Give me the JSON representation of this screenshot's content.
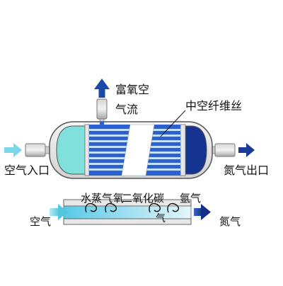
{
  "labels": {
    "oxygen_rich_line1": "富氧空",
    "oxygen_rich_line2": "气流",
    "hollow_fiber": "中空纤维丝",
    "air_inlet": "空气入口",
    "nitrogen_outlet": "氮气出口",
    "water_vapor": "水蒸气",
    "oxygen_gas": "氧",
    "carbon_dioxide": "二氧化碳",
    "argon_line1": "氩气",
    "argon_line2": "气",
    "air": "空气",
    "nitrogen": "氮气"
  },
  "colors": {
    "inlet_cap": "#7fe0dc",
    "outlet_cap": "#15348f",
    "fiber_blue": "#2b62cf",
    "fiber_stripe": "#bfe0ff",
    "arrow_inlet": "#6fd2e8",
    "arrow_outlet": "#1b3a9a",
    "arrow_oxygen": "#1a4aa8",
    "pipe_gray": "#b8b8b8"
  }
}
